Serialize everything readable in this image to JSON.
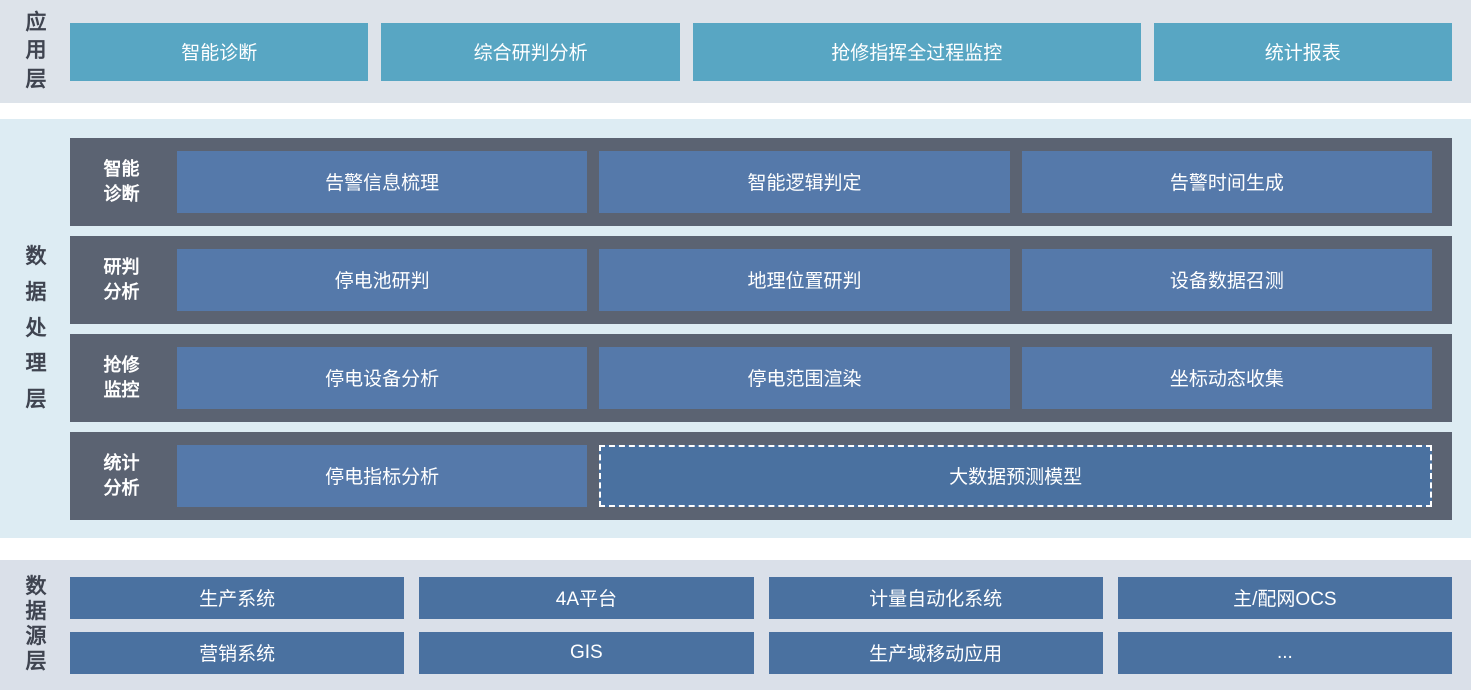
{
  "colors": {
    "band-app-bg": "#dde3ea",
    "band-process-bg": "#ddecf3",
    "band-source-bg": "#dae0e9",
    "app-box": "#58a6c3",
    "row-bg": "#5b6372",
    "process-box": "#5579aa",
    "source-box": "#4a71a0",
    "dashed-box": "#4a71a0",
    "label-text": "#3f4450"
  },
  "app_layer": {
    "label": "应用层",
    "boxes": [
      {
        "label": "智能诊断"
      },
      {
        "label": "综合研判分析"
      },
      {
        "label": "抢修指挥全过程监控"
      },
      {
        "label": "统计报表"
      }
    ]
  },
  "process_layer": {
    "label": "数据处理层",
    "rows": [
      {
        "label": "智能诊断",
        "boxes": [
          {
            "label": "告警信息梳理"
          },
          {
            "label": "智能逻辑判定"
          },
          {
            "label": "告警时间生成"
          }
        ]
      },
      {
        "label": "研判分析",
        "boxes": [
          {
            "label": "停电池研判"
          },
          {
            "label": "地理位置研判"
          },
          {
            "label": "设备数据召测"
          }
        ]
      },
      {
        "label": "抢修监控",
        "boxes": [
          {
            "label": "停电设备分析"
          },
          {
            "label": "停电范围渲染"
          },
          {
            "label": "坐标动态收集"
          }
        ]
      },
      {
        "label": "统计分析",
        "boxes": [
          {
            "label": "停电指标分析"
          },
          {
            "label": "大数据预测模型",
            "style": "dashed"
          }
        ]
      }
    ]
  },
  "source_layer": {
    "label": "数据源层",
    "rows": [
      [
        {
          "label": "生产系统"
        },
        {
          "label": "4A平台"
        },
        {
          "label": "计量自动化系统"
        },
        {
          "label": "主/配网OCS"
        }
      ],
      [
        {
          "label": "营销系统"
        },
        {
          "label": "GIS"
        },
        {
          "label": "生产域移动应用"
        },
        {
          "label": "..."
        }
      ]
    ]
  }
}
